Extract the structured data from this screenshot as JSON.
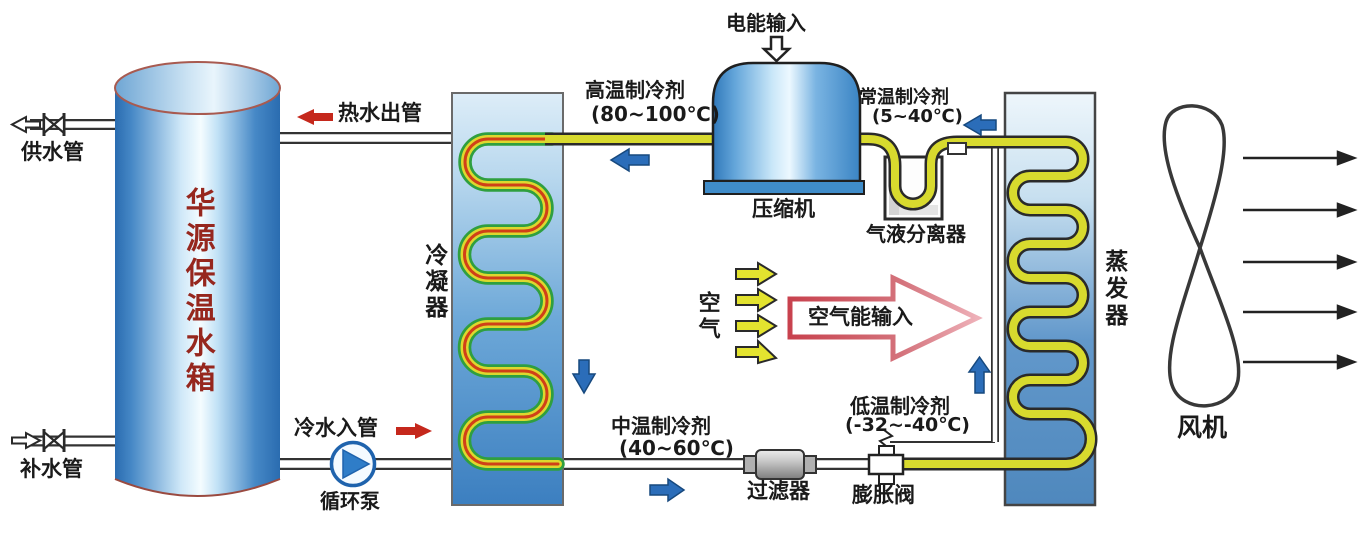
{
  "tank": {
    "label": "华源保温水箱"
  },
  "water_pipes": {
    "supply": "供水管",
    "makeup": "补水管",
    "hot_out": "热水出管",
    "cold_in": "冷水入管"
  },
  "pump": {
    "label": "循环泵"
  },
  "condenser": {
    "label": "冷凝器"
  },
  "compressor": {
    "label": "压缩机",
    "power_input": "电能输入"
  },
  "separator": {
    "label": "气液分离器"
  },
  "filter": {
    "label": "过滤器"
  },
  "expansion_valve": {
    "label": "膨胀阀"
  },
  "evaporator": {
    "label": "蒸发器"
  },
  "fan": {
    "label": "风机"
  },
  "air": {
    "label": "空气",
    "energy_input": "空气能输入"
  },
  "refrigerant": {
    "high": {
      "label": "高温制冷剂",
      "range": "(80~100℃)"
    },
    "normal": {
      "label": "常温制冷剂",
      "range": "(5~40℃)"
    },
    "medium": {
      "label": "中温制冷剂",
      "range": "(40~60℃)"
    },
    "low": {
      "label": "低温制冷剂",
      "range": "(-32~-40℃)"
    }
  },
  "colors": {
    "hot_water_arrow": "#c5281c",
    "refrigerant_flow_arrow": "#2b6db9",
    "air_arrow_fill": "#e3e32f",
    "air_energy_outline": "#cc4f58",
    "pipe_yellow": "#d8da2e",
    "coil_green": "#2f9f3f",
    "coil_red": "#d04018",
    "tank_text": "#96271e"
  }
}
